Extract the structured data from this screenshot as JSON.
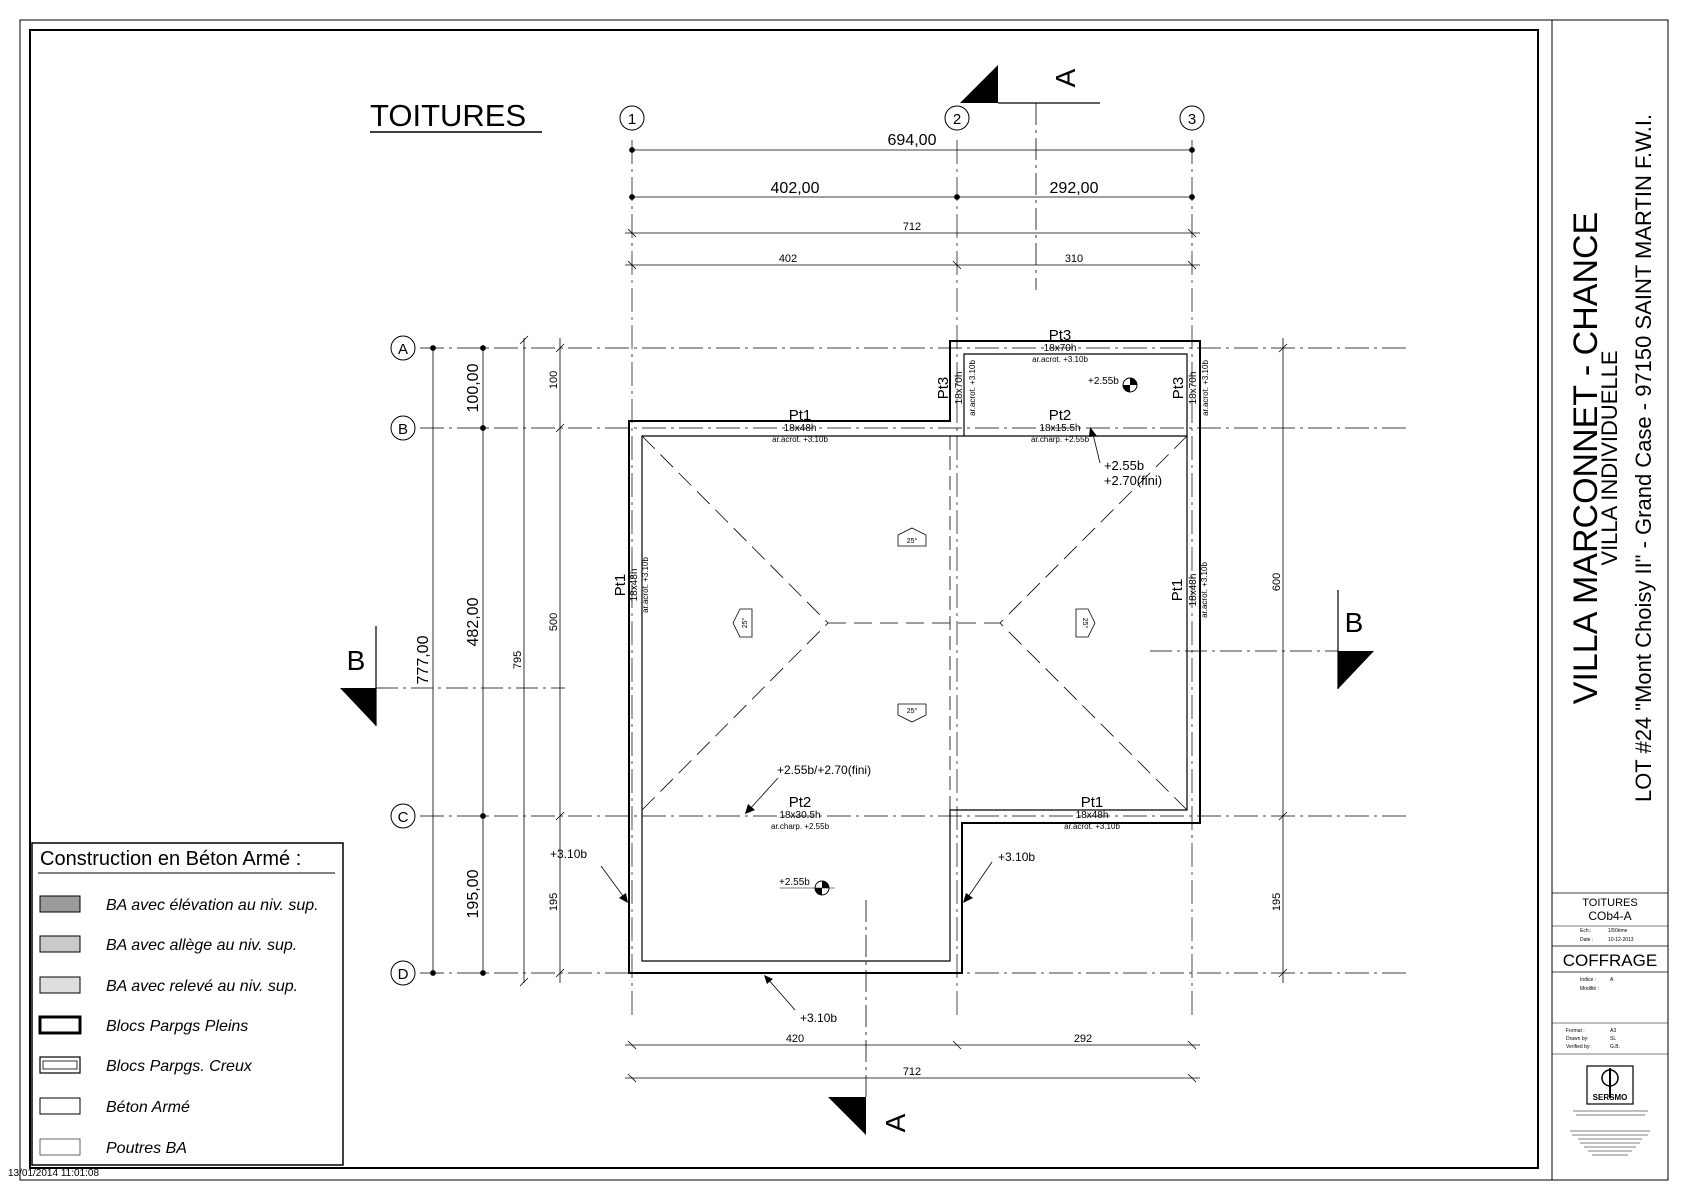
{
  "drawing": {
    "title": "TOITURES",
    "timestamp": "13/01/2014 11:01:08"
  },
  "grid": {
    "columns": [
      "1",
      "2",
      "3"
    ],
    "rows": [
      "A",
      "B",
      "C",
      "D"
    ]
  },
  "dimensions": {
    "top_total": "694,00",
    "top_left": "402,00",
    "top_right": "292,00",
    "top_712": "712",
    "top_402": "402",
    "top_310": "310",
    "bottom_420": "420",
    "bottom_292": "292",
    "bottom_712": "712",
    "left_total": "777,00",
    "left_ab": "100,00",
    "left_bc": "482,00",
    "left_cd": "195,00",
    "left_795": "795",
    "left_100": "100",
    "left_500": "500",
    "left_195": "195",
    "right_600": "600",
    "right_195": "195"
  },
  "sections": {
    "a_label": "A",
    "b_label": "B"
  },
  "beams": {
    "pt1_top": {
      "name": "Pt1",
      "size": "18x48h",
      "note": "ar.acrot. +3.10b"
    },
    "pt2_top": {
      "name": "Pt2",
      "size": "18x15.5h",
      "note": "ar.charp. +2.55b"
    },
    "pt3_top": {
      "name": "Pt3",
      "size": "18x70h",
      "note": "ar.acrot. +3.10b"
    },
    "pt3_left": {
      "name": "Pt3",
      "size": "18x70h",
      "note": "ar.acrot. +3.10b"
    },
    "pt3_right": {
      "name": "Pt3",
      "size": "18x70h",
      "note": "ar.acrot. +3.10b"
    },
    "pt1_left": {
      "name": "Pt1",
      "size": "18x48h",
      "note": "ar.acrot. +3.10b"
    },
    "pt1_right": {
      "name": "Pt1",
      "size": "18x48h",
      "note": "ar.acrot. +3.10b"
    },
    "pt2_bottom": {
      "name": "Pt2",
      "size": "18x30.5h",
      "note": "ar.charp. +2.55b"
    },
    "pt1_bottom": {
      "name": "Pt1",
      "size": "18x48h",
      "note": "ar.acrot. +3.10b"
    }
  },
  "levels": {
    "l255_top": "+2.55b",
    "l255_b": "+2.55b",
    "l270_fini": "+2.70(fini)",
    "l255_270": "+2.55b/+2.70(fini)",
    "l310_left": "+3.10b",
    "l310_right": "+3.10b",
    "l310_bottom": "+3.10b",
    "l255_lower": "+2.55b"
  },
  "slopes": [
    "25°",
    "25°",
    "25°",
    "25°"
  ],
  "legend": {
    "title": "Construction en Béton Armé :",
    "items": [
      "BA avec élévation au niv. sup.",
      "BA avec allège au niv. sup.",
      "BA avec relevé au niv. sup.",
      "Blocs Parpgs Pleins",
      "Blocs Parpgs. Creux",
      "Béton Armé",
      "Poutres BA"
    ]
  },
  "title_block": {
    "project": "VILLA MARCONNET - CHANCE",
    "type": "VILLA INDIVIDUELLE",
    "address": "LOT #24 \"Mont Choisy II\" - Grand Case - 97150 SAINT MARTIN F.W.I.",
    "sheet_name": "TOITURES",
    "sheet_code": "COb4-A",
    "scale_label": "Ech.:",
    "scale": "1/50ème",
    "date_label": "Date :",
    "date": "10-12-2013",
    "phase": "COFFRAGE",
    "index_label": "Indice :",
    "index": "A",
    "modif_label": "Modifié :",
    "format_label": "Format :",
    "format": "A3",
    "drawn_label": "Drawn by:",
    "drawn": "SL",
    "verified_label": "Verified by:",
    "verified": "G.B.",
    "logo_text": "SERSMO"
  },
  "colors": {
    "ink": "#000000",
    "hatch": "#bbbbbb"
  }
}
